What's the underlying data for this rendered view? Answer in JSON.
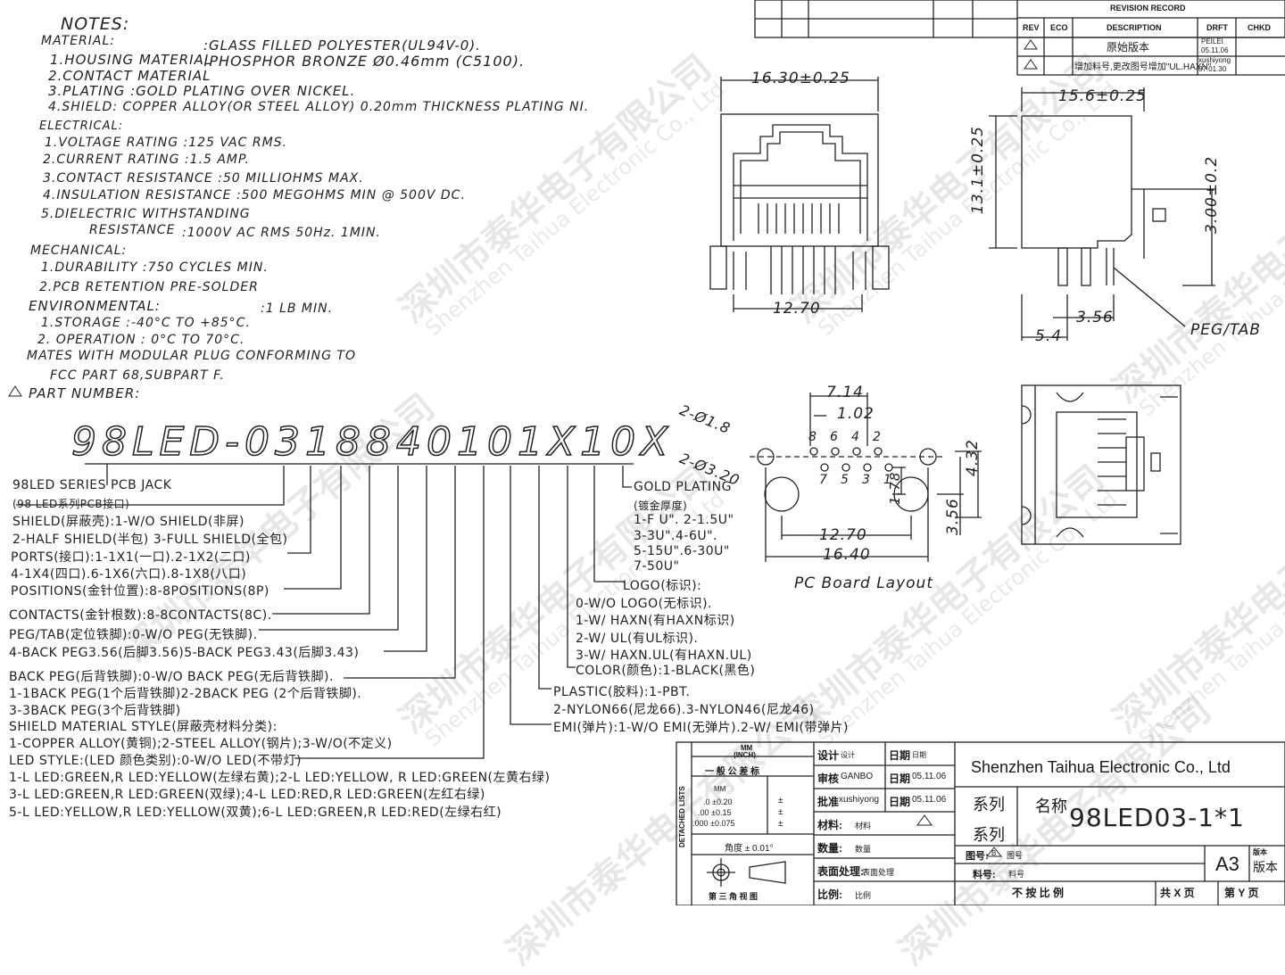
{
  "notes": {
    "title": "NOTES:",
    "material_header": "MATERIAL:",
    "housing_label": "1.HOUSING MATERIAL",
    "housing_value": ":GLASS FILLED POLYESTER(UL94V-0).",
    "contact_label": "2.CONTACT MATERIAL",
    "contact_value": ":PHOSPHOR BRONZE Ø0.46mm (C5100).",
    "plating": "3.PLATING :GOLD PLATING OVER NICKEL.",
    "shield": "4.SHIELD: COPPER ALLOY(OR STEEL ALLOY) 0.20mm THICKNESS PLATING NI.",
    "electrical_header": "ELECTRICAL:",
    "voltage": "1.VOLTAGE RATING :125 VAC RMS.",
    "current": "2.CURRENT RATING :1.5 AMP.",
    "contact_res": "3.CONTACT RESISTANCE :50 MILLIOHMS MAX.",
    "insulation": "4.INSULATION RESISTANCE :500 MEGOHMS MIN @ 500V DC.",
    "dielectric1": "5.DIELECTRIC WITHSTANDING",
    "dielectric2": "RESISTANCE",
    "dielectric3": ":1000V AC RMS 50Hz. 1MIN.",
    "mechanical_header": "MECHANICAL:",
    "durability": "1.DURABILITY :750 CYCLES MIN.",
    "pcb_retention": "2.PCB RETENTION PRE-SOLDER",
    "pcb_retention_value": ":1 LB MIN.",
    "environmental_header": "ENVIRONMENTAL:",
    "storage": "1.STORAGE   :-40°C TO +85°C.",
    "operation": "2. OPERATION : 0°C TO 70°C.",
    "mates1": "MATES WITH MODULAR PLUG CONFORMING TO",
    "mates2": "FCC PART 68,SUBPART F.",
    "part_number_header": "PART NUMBER:"
  },
  "part_number": "98LED-0318840101X10X",
  "legend": {
    "series1": "98LED SERIES PCB JACK",
    "series2": "(98 LED系列PCB接口)",
    "shield1": "SHIELD(屏蔽壳):1-W/O SHIELD(非屏)",
    "shield2": "2-HALF SHIELD(半包) 3-FULL SHIELD(全包)",
    "ports1": "PORTS(接口):1-1X1(一口).2-1X2(二口)",
    "ports2": "4-1X4(四口).6-1X6(六口).8-1X8(八口)",
    "positions": "POSITIONS(金针位置):8-8POSITIONS(8P)",
    "contacts": "CONTACTS(金针根数):8-8CONTACTS(8C).",
    "peg1": "PEG/TAB(定位铁脚):0-W/O PEG(无铁脚).",
    "peg2": "4-BACK PEG3.56(后脚3.56)5-BACK PEG3.43(后脚3.43)",
    "back1": "BACK PEG(后背铁脚):0-W/O BACK PEG(无后背铁脚).",
    "back2": "1-1BACK PEG(1个后背铁脚)2-2BACK PEG (2个后背铁脚).",
    "back3": "3-3BACK PEG(3个后背铁脚)",
    "smat1": "SHIELD MATERIAL STYLE(屏蔽壳材料分类):",
    "smat2": "1-COPPER ALLOY(黄铜);2-STEEL ALLOY(钢片);3-W/O(不定义)",
    "led1": "LED STYLE:(LED 颜色类别):0-W/O LED(不带灯)",
    "led2": "1-L LED:GREEN,R LED:YELLOW(左绿右黄);2-L LED:YELLOW, R LED:GREEN(左黄右绿)",
    "led3": "3-L LED:GREEN,R LED:GREEN(双绿);4-L LED:RED,R LED:GREEN(左红右绿)",
    "led4": "5-L LED:YELLOW,R LED:YELLOW(双黄);6-L LED:GREEN,R LED:RED(左绿右红)",
    "gold1": "GOLD PLATING",
    "gold2": "(镀金厚度)",
    "gold3": "1-F U\". 2-1.5U\"",
    "gold4": "3-3U\".4-6U\".",
    "gold5": "5-15U\".6-30U\"",
    "gold6": "7-50U\"",
    "logo1": "LOGO(标识):",
    "logo2": "0-W/O LOGO(无标识).",
    "logo3": "1-W/ HAXN(有HAXN标识)",
    "logo4": "2-W/ UL(有UL标识).",
    "logo5": "3-W/ HAXN.UL(有HAXN.UL)",
    "color": "COLOR(颜色):1-BLACK(黑色)",
    "plastic1": "PLASTIC(胶料):1-PBT.",
    "plastic2": "2-NYLON66(尼龙66).3-NYLON46(尼龙46)",
    "emi": "EMI(弹片):1-W/O EMI(无弹片).2-W/ EMI(带弹片)"
  },
  "dims": {
    "front_width": "16.30±0.25",
    "front_pitch": "12.70",
    "side_width": "15.6±0.25",
    "side_height": "13.1±0.25",
    "side_peg_h": "3.00±0.2",
    "side_356": "3.56",
    "side_54": "5.4",
    "peg_tab": "PEG/TAB",
    "hole_large": "2-Ø3.20",
    "hole_small": "2-Ø1.8",
    "d714": "7.14",
    "d102": "1.02",
    "d432": "4.32",
    "d178": "1.78",
    "d356": "3.56",
    "d1270": "12.70",
    "d1640": "16.40",
    "pin_top": [
      "8",
      "6",
      "4",
      "2"
    ],
    "pin_bot": [
      "7",
      "5",
      "3",
      "1"
    ],
    "pcb_caption": "PC Board Layout"
  },
  "revision": {
    "title": "REVISION RECORD",
    "headers": [
      "REV",
      "ECO",
      "DESCRIPTION",
      "DRFT",
      "CHKD"
    ],
    "row1": {
      "desc": "原始版本",
      "drft_name": "PEILEI",
      "drft_date": "05.11.06"
    },
    "row2": {
      "desc": "增加料号,更改图号增加\"UL.HAXN\"",
      "drft_name": "xushiyong",
      "drft_date": "07.01.30"
    }
  },
  "titleblock": {
    "mm": "MM",
    "inch": "(INCH)",
    "tol_header": "一 般 公 差 标",
    "detached": "DETACHED LISTS",
    "tol_mm": "MM",
    "tol1": ".0 ±0.20",
    "tol2": ".00 ±0.15",
    "tol3": ".000 ±0.075",
    "pm": "±",
    "angle": "角度 ± 0.01°",
    "projection": "第 三 角 视 图",
    "design_label": "设计",
    "design_val": "设计",
    "date_label": "日期",
    "date_val": "日期",
    "review_label": "审核",
    "review_val": "GANBO",
    "review_date": "05.11.06",
    "approve_label": "批准",
    "approve_val": "xushiyong",
    "approve_date": "05.11.06",
    "material_label": "材料:",
    "material_val": "材料",
    "qty_label": "数量:",
    "qty_val": "数量",
    "surface_label": "表面处理:",
    "surface_val": "表面处理",
    "scale_label": "比例:",
    "scale_val": "比例",
    "company": "Shenzhen Taihua Electronic Co., Ltd",
    "series": "系列",
    "series2": "系列",
    "name_label": "名称",
    "name_val": "98LED03-1*1",
    "drawing_no": "图号:",
    "drawing_no2": "图号",
    "rev_mark": "B",
    "part_no": "料号:",
    "part_no2": "料号",
    "size": "A3",
    "version_label": "版本",
    "version_val": "版本",
    "not_scale": "不 按 比 例",
    "total": "共 X 页",
    "page": "第 Y 页"
  },
  "watermark": {
    "cn": "深圳市泰华电子有限公司",
    "en": "Shenzhen Taihua Electronic Co., Ltd"
  }
}
